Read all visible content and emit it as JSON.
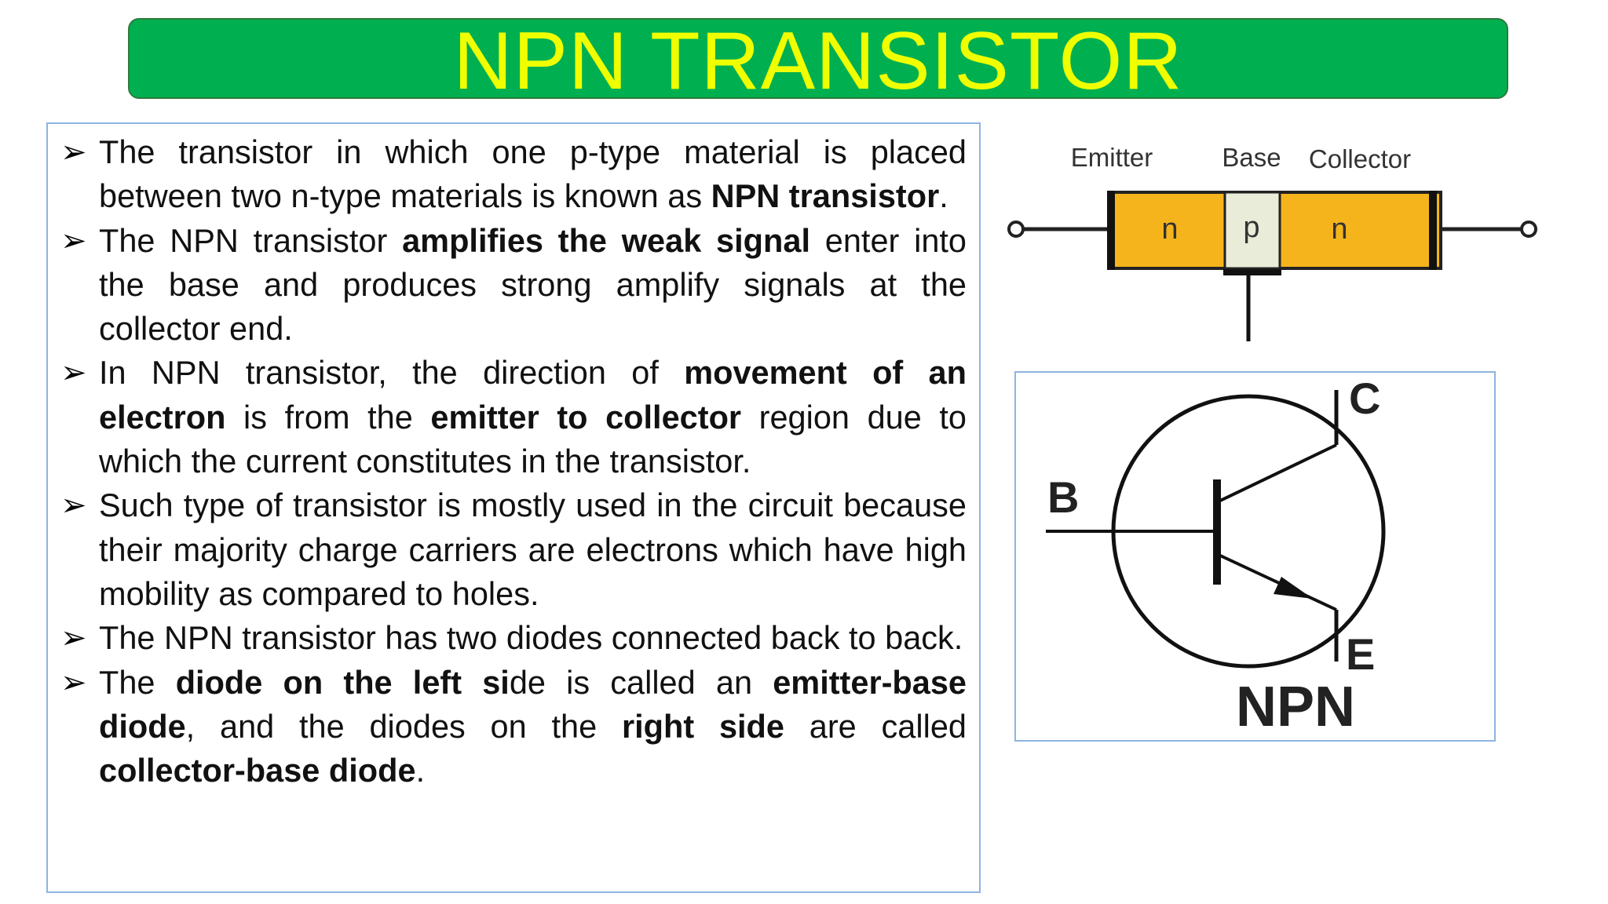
{
  "title": "NPN TRANSISTOR",
  "points": [
    {
      "segments": [
        {
          "t": "The transistor in which one p-type material is placed between two n-type materials is known as ",
          "b": false
        },
        {
          "t": "NPN transistor",
          "b": true
        },
        {
          "t": ".",
          "b": false
        }
      ]
    },
    {
      "segments": [
        {
          "t": "The NPN transistor ",
          "b": false
        },
        {
          "t": "amplifies the weak signal",
          "b": true
        },
        {
          "t": " enter into the base and produces strong amplify signals at the collector end.",
          "b": false
        }
      ]
    },
    {
      "segments": [
        {
          "t": "In NPN transistor, the direction of ",
          "b": false
        },
        {
          "t": "movement of an electron",
          "b": true
        },
        {
          "t": " is from the ",
          "b": false
        },
        {
          "t": "emitter to collector",
          "b": true
        },
        {
          "t": " region due to which the current constitutes in the transistor.",
          "b": false
        }
      ]
    },
    {
      "segments": [
        {
          "t": "Such type of transistor is mostly used in the circuit because their majority charge carriers are electrons which have high mobility as compared to holes.",
          "b": false
        }
      ]
    },
    {
      "segments": [
        {
          "t": "The NPN transistor has two diodes connected back to back.",
          "b": false
        }
      ]
    },
    {
      "segments": [
        {
          "t": "The ",
          "b": false
        },
        {
          "t": "diode on the left si",
          "b": true
        },
        {
          "t": "de is called an ",
          "b": false
        },
        {
          "t": "emitter-base diode",
          "b": true
        },
        {
          "t": ", and the diodes on the ",
          "b": false
        },
        {
          "t": "right side",
          "b": true
        },
        {
          "t": " are called ",
          "b": false
        },
        {
          "t": "collector-base diode",
          "b": true
        },
        {
          "t": ".",
          "b": false
        }
      ]
    }
  ],
  "block_diagram": {
    "labels": {
      "emitter": "Emitter",
      "base": "Base",
      "collector": "Collector"
    },
    "regions": {
      "left": "n",
      "middle": "p",
      "right": "n"
    }
  },
  "symbol": {
    "collector": "C",
    "base": "B",
    "emitter": "E",
    "caption": "NPN"
  },
  "colors": {
    "title_bg": "#00b050",
    "title_text": "#f0ff00",
    "n_region": "#f5b41c",
    "p_region": "#e8ecd8",
    "box_border": "#8eb4e3"
  },
  "icons": {
    "bullet": "arrow-bullet-icon"
  }
}
